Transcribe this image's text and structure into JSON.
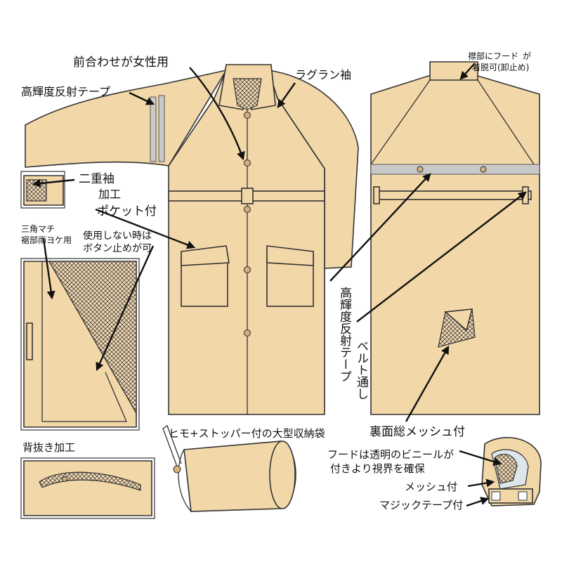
{
  "labels": {
    "front_closure": "前合わせが女性用",
    "raglan": "ラグラン袖",
    "reflective_tape": "高輝度反射テープ",
    "hood_attach_1": "襟部にフード",
    "hood_attach_2": "が",
    "hood_attach_3": "着脱可(卸止め)",
    "double_sleeve_1": "二重袖",
    "double_sleeve_2": "加工",
    "pocket": "ポケット付",
    "gusset_1": "三角マチ",
    "gusset_2": "裾部雨ヨケ用",
    "button_note_1": "使用しない時は",
    "button_note_2": "ボタン止めが可",
    "reflective_vertical": "高輝度反射テープ",
    "belt_loop": "ベルト通し",
    "mesh_lining": "裏面総メッシュ付",
    "back_vent": "背抜き加工",
    "storage_bag": "ヒモ+ストッパー付の大型収納袋",
    "hood_vinyl_1": "フードは透明のビニールが",
    "hood_vinyl_2": "付きより視界を確保",
    "mesh": "メッシュ付",
    "velcro": "マジックテープ付"
  },
  "colors": {
    "fabric": "#f2d7a8",
    "button": "#d8b07a",
    "tape": "#c9c9c9",
    "mesh": "#b59a78",
    "outline": "#333333",
    "leader": "#111111"
  }
}
